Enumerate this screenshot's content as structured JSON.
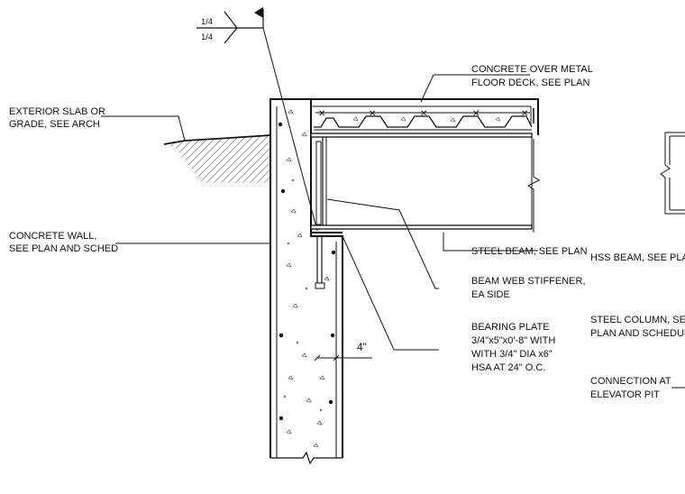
{
  "weld_symbol": {
    "top_size": "1/4",
    "bottom_size": "1/4"
  },
  "labels": {
    "exterior_slab": [
      "EXTERIOR SLAB OR",
      "GRADE, SEE ARCH"
    ],
    "concrete_wall": [
      "CONCRETE WALL,",
      "SEE PLAN AND SCHED"
    ],
    "concrete_deck": [
      "CONCRETE OVER METAL",
      "FLOOR DECK, SEE PLAN"
    ],
    "steel_beam": [
      "STEEL BEAM, SEE PLAN"
    ],
    "web_stiffener": [
      "BEAM WEB STIFFENER,",
      "EA SIDE"
    ],
    "bearing_plate": [
      "BEARING PLATE",
      "3/4\"x5\"x0'-8\" WITH",
      "WITH 3/4\" DIA x6\"",
      "HSA AT 24\" O.C."
    ],
    "hss_beam": [
      "HSS BEAM, SEE PLAN"
    ],
    "steel_column": [
      "STEEL COLUMN, SEE",
      "PLAN AND SCHEDULE"
    ],
    "connection": [
      "CONNECTION AT",
      "ELEVATOR PIT"
    ]
  },
  "dimension": {
    "plate_offset": "4\""
  }
}
